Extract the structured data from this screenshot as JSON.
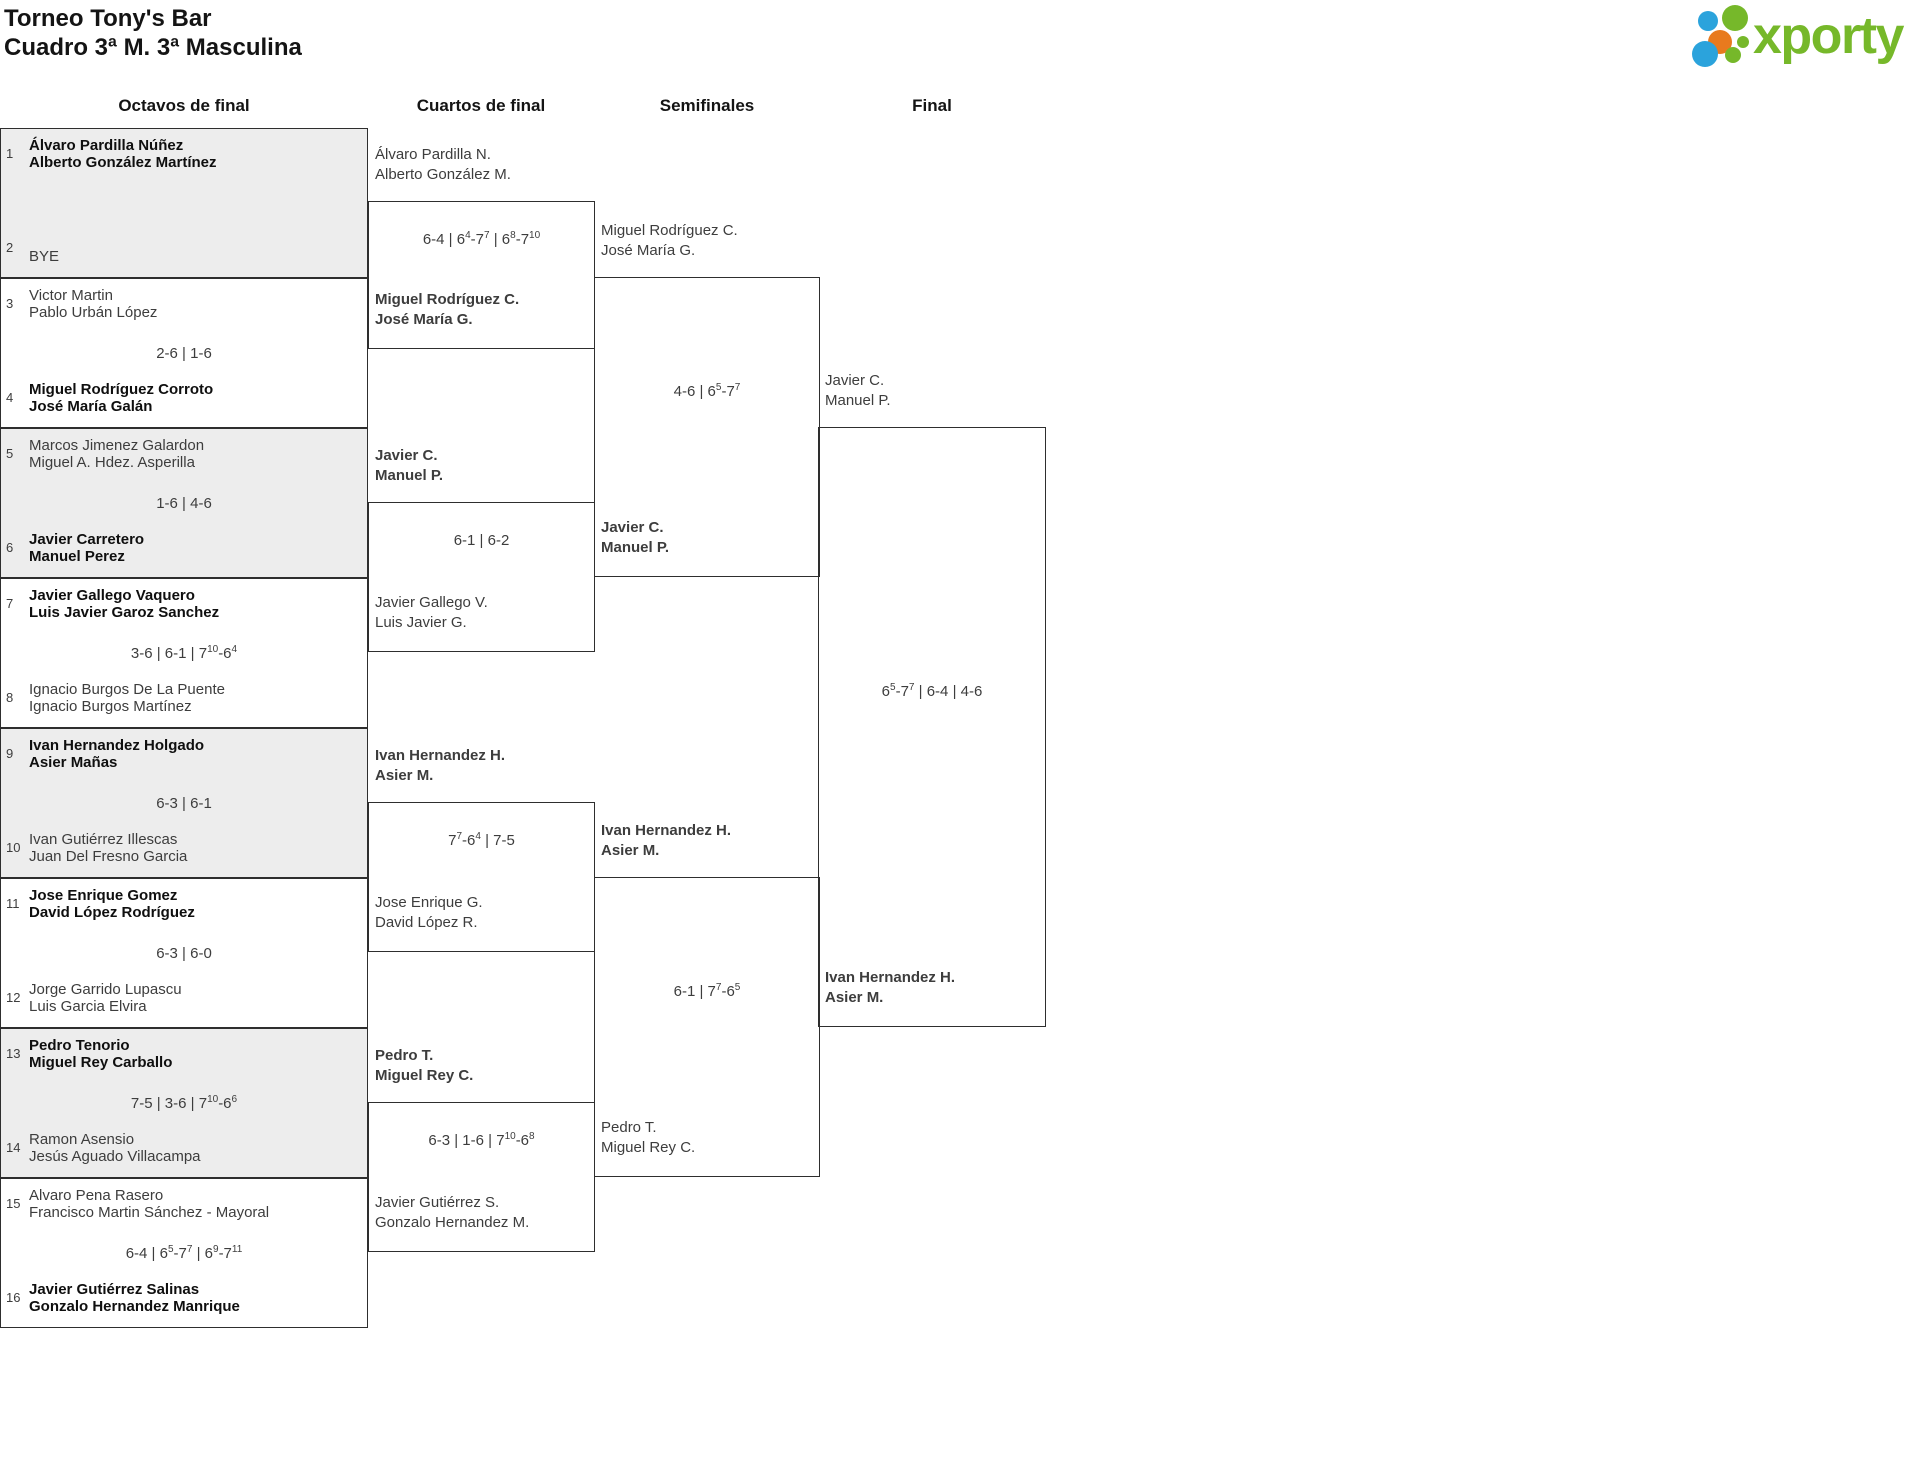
{
  "title": {
    "line1": "Torneo Tony's Bar",
    "line2": "Cuadro 3ª M. 3ª Masculina"
  },
  "logo": {
    "text": "xporty",
    "green": "#76b82a",
    "blue": "#2ba3dc",
    "orange": "#e87a1e"
  },
  "round_headers": [
    "Octavos de final",
    "Cuartos de final",
    "Semifinales",
    "Final"
  ],
  "round_of_16": [
    {
      "top_seed": "1",
      "top_team": [
        "Álvaro Pardilla Núñez",
        "Alberto González Martínez"
      ],
      "top_bold": true,
      "bottom_seed": "2",
      "bottom_team": [
        "BYE",
        ""
      ],
      "bottom_bold": false,
      "score": ""
    },
    {
      "top_seed": "3",
      "top_team": [
        "Victor Martin",
        "Pablo Urbán López"
      ],
      "top_bold": false,
      "bottom_seed": "4",
      "bottom_team": [
        "Miguel Rodríguez Corroto",
        "José María Galán"
      ],
      "bottom_bold": true,
      "score": "2-6 | 1-6"
    },
    {
      "top_seed": "5",
      "top_team": [
        "Marcos Jimenez Galardon",
        "Miguel A. Hdez. Asperilla"
      ],
      "top_bold": false,
      "bottom_seed": "6",
      "bottom_team": [
        "Javier Carretero",
        "Manuel Perez"
      ],
      "bottom_bold": true,
      "score": "1-6 | 4-6"
    },
    {
      "top_seed": "7",
      "top_team": [
        "Javier Gallego Vaquero",
        "Luis Javier Garoz Sanchez"
      ],
      "top_bold": true,
      "bottom_seed": "8",
      "bottom_team": [
        "Ignacio Burgos De La Puente",
        "Ignacio Burgos Martínez"
      ],
      "bottom_bold": false,
      "score": "3-6 | 6-1 | 7^10-6^4"
    },
    {
      "top_seed": "9",
      "top_team": [
        "Ivan Hernandez Holgado",
        "Asier Mañas"
      ],
      "top_bold": true,
      "bottom_seed": "10",
      "bottom_team": [
        "Ivan Gutiérrez Illescas",
        "Juan Del Fresno Garcia"
      ],
      "bottom_bold": false,
      "score": "6-3 | 6-1"
    },
    {
      "top_seed": "11",
      "top_team": [
        "Jose Enrique Gomez",
        "David López Rodríguez"
      ],
      "top_bold": true,
      "bottom_seed": "12",
      "bottom_team": [
        "Jorge Garrido Lupascu",
        "Luis Garcia Elvira"
      ],
      "bottom_bold": false,
      "score": "6-3 | 6-0"
    },
    {
      "top_seed": "13",
      "top_team": [
        "Pedro Tenorio",
        "Miguel Rey Carballo"
      ],
      "top_bold": true,
      "bottom_seed": "14",
      "bottom_team": [
        "Ramon Asensio",
        "Jesús Aguado Villacampa"
      ],
      "bottom_bold": false,
      "score": "7-5 | 3-6 | 7^10-6^6"
    },
    {
      "top_seed": "15",
      "top_team": [
        "Alvaro Pena Rasero",
        "Francisco Martin Sánchez - Mayoral"
      ],
      "top_bold": false,
      "bottom_seed": "16",
      "bottom_team": [
        "Javier Gutiérrez Salinas",
        "Gonzalo Hernandez Manrique"
      ],
      "bottom_bold": true,
      "score": "6-4 | 6^5-7^7 | 6^9-7^11"
    }
  ],
  "quarterfinals": [
    {
      "top_team": [
        "Álvaro Pardilla N.",
        "Alberto González M."
      ],
      "top_bold": false,
      "bottom_team": [
        "Miguel Rodríguez C.",
        "José María G."
      ],
      "bottom_bold": true,
      "score": "6-4 | 6^4-7^7 | 6^8-7^10"
    },
    {
      "top_team": [
        "Javier C.",
        "Manuel P."
      ],
      "top_bold": true,
      "bottom_team": [
        "Javier Gallego V.",
        "Luis Javier G."
      ],
      "bottom_bold": false,
      "score": "6-1 | 6-2"
    },
    {
      "top_team": [
        "Ivan Hernandez H.",
        "Asier M."
      ],
      "top_bold": true,
      "bottom_team": [
        "Jose Enrique G.",
        "David López R."
      ],
      "bottom_bold": false,
      "score": "7^7-6^4 | 7-5"
    },
    {
      "top_team": [
        "Pedro T.",
        "Miguel Rey C."
      ],
      "top_bold": true,
      "bottom_team": [
        "Javier Gutiérrez S.",
        "Gonzalo Hernandez M."
      ],
      "bottom_bold": false,
      "score": "6-3 | 1-6 | 7^10-6^8"
    }
  ],
  "semifinals": [
    {
      "top_team": [
        "Miguel Rodríguez C.",
        "José María G."
      ],
      "top_bold": false,
      "bottom_team": [
        "Javier C.",
        "Manuel P."
      ],
      "bottom_bold": true,
      "score": "4-6 | 6^5-7^7"
    },
    {
      "top_team": [
        "Ivan Hernandez H.",
        "Asier M."
      ],
      "top_bold": true,
      "bottom_team": [
        "Pedro T.",
        "Miguel Rey C."
      ],
      "bottom_bold": false,
      "score": "6-1 | 7^7-6^5"
    }
  ],
  "final": {
    "top_team": [
      "Javier C.",
      "Manuel P."
    ],
    "top_bold": false,
    "bottom_team": [
      "Ivan Hernandez H.",
      "Asier M."
    ],
    "bottom_bold": true,
    "score": "6^5-7^7 | 6-4 | 4-6"
  }
}
